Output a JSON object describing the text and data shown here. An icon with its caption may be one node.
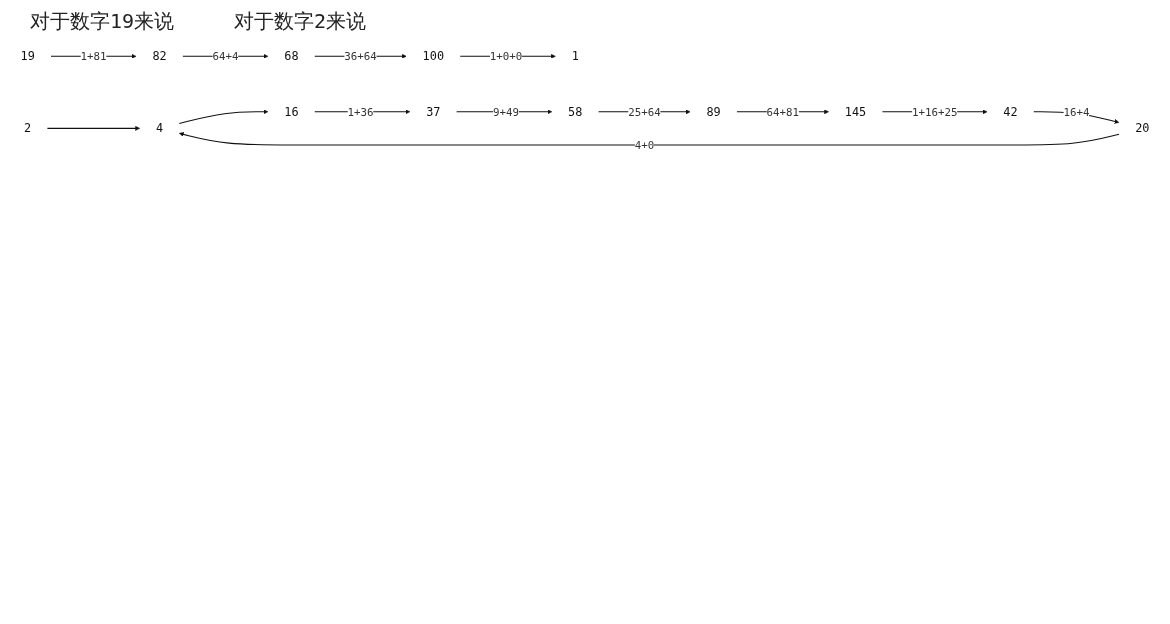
{
  "diagram": {
    "nodes": [
      {
        "text": [
          "19"
        ]
      },
      {
        "text": [
          "82"
        ]
      },
      {
        "text": [
          "68"
        ]
      },
      {
        "text": [
          "100"
        ]
      },
      {
        "text": [
          "1"
        ]
      },
      {
        "text": [
          "2"
        ]
      },
      {
        "text": [
          "4"
        ]
      },
      {
        "text": [
          "16"
        ]
      },
      {
        "text": [
          "37"
        ]
      },
      {
        "text": [
          "58"
        ]
      },
      {
        "text": [
          "89"
        ]
      },
      {
        "text": [
          "145"
        ]
      },
      {
        "text": [
          "42"
        ]
      },
      {
        "text": [
          "20"
        ]
      }
    ],
    "edges": [
      {
        "from": 0,
        "to": 1,
        "arrow": "to",
        "label": "1+81"
      },
      {
        "from": 1,
        "to": 2,
        "arrow": "to",
        "label": "64+4"
      },
      {
        "from": 2,
        "to": 3,
        "arrow": "to",
        "label": "36+64"
      },
      {
        "from": 3,
        "to": 4,
        "arrow": "to",
        "label": "1+0+0"
      },
      {
        "from": 5,
        "to": 6,
        "arrow": "to"
      },
      {
        "from": 6,
        "to": 7,
        "arrow": "to"
      },
      {
        "from": 7,
        "to": 8,
        "arrow": "to",
        "label": "1+36"
      },
      {
        "from": 8,
        "to": 9,
        "arrow": "to",
        "label": "9+49"
      },
      {
        "from": 9,
        "to": 10,
        "arrow": "to",
        "label": "25+64"
      },
      {
        "from": 10,
        "to": 11,
        "arrow": "to",
        "label": "64+81"
      },
      {
        "from": 11,
        "to": 12,
        "arrow": "to",
        "label": "1+16+25"
      },
      {
        "from": 12,
        "to": 13,
        "arrow": "to",
        "label": "16+4"
      },
      {
        "from": 13,
        "to": 6,
        "arrow": "to",
        "label": "4+0"
      }
    ],
    "labels": [
      "对于数字19来说",
      "对于数字2来说"
    ]
  }
}
